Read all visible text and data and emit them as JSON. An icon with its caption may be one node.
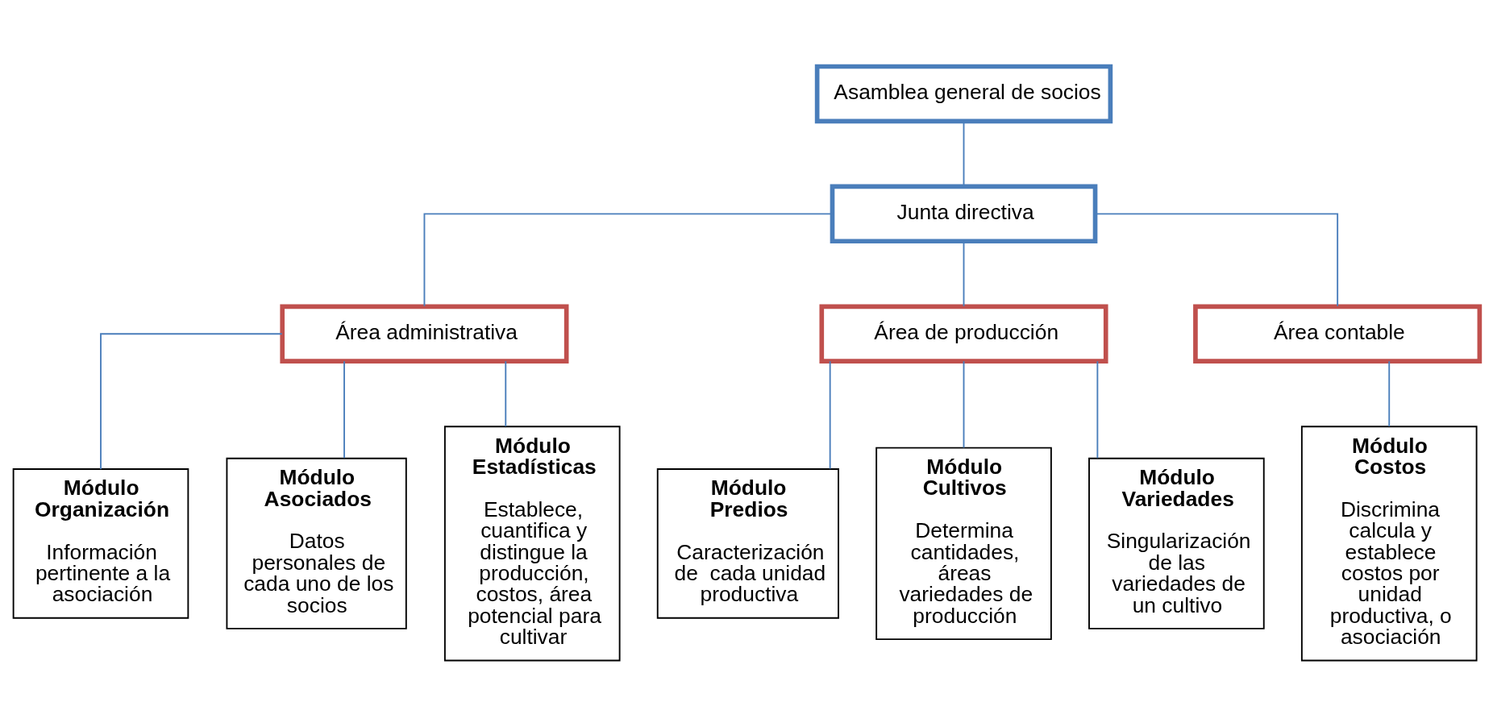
{
  "diagram": {
    "nodes": [
      {
        "text": [
          "Asamblea general de socios"
        ]
      },
      {
        "text": [
          "Junta directiva"
        ]
      },
      {
        "text": [
          "Área administrativa"
        ]
      },
      {
        "text": [
          "Área de producción"
        ]
      },
      {
        "text": [
          "Área contable"
        ]
      },
      {
        "text": [
          "Módulo Organización",
          "Información pertinente a la asociación"
        ]
      },
      {
        "text": [
          "Módulo Asociados",
          "Datos personales de cada uno de los socios"
        ]
      },
      {
        "text": [
          "Módulo Estadísticas",
          "Establece, cuantifica y distingue la producción, costos, área potencial para cultivar"
        ]
      },
      {
        "text": [
          "Módulo Predios",
          "Caracterización de  cada unidad productiva"
        ]
      },
      {
        "text": [
          "Módulo Cultivos",
          "Determina cantidades, áreas variedades de producción"
        ]
      },
      {
        "text": [
          "Módulo Variedades",
          "Singularización de las variedades de un cultivo"
        ]
      },
      {
        "text": [
          "Módulo Costos",
          "Discrimina calcula y establece costos por unidad productiva, o asociación"
        ]
      }
    ],
    "edges": [
      {
        "from": 0,
        "to": 1,
        "arrow": "none"
      },
      {
        "from": 1,
        "to": 2,
        "arrow": "none"
      },
      {
        "from": 1,
        "to": 3,
        "arrow": "none"
      },
      {
        "from": 1,
        "to": 4,
        "arrow": "none"
      },
      {
        "from": 2,
        "to": 5,
        "arrow": "none"
      },
      {
        "from": 2,
        "to": 6,
        "arrow": "none"
      },
      {
        "from": 2,
        "to": 7,
        "arrow": "none"
      },
      {
        "from": 3,
        "to": 8,
        "arrow": "none"
      },
      {
        "from": 3,
        "to": 9,
        "arrow": "none"
      },
      {
        "from": 3,
        "to": 10,
        "arrow": "none"
      },
      {
        "from": 4,
        "to": 11,
        "arrow": "none"
      }
    ]
  }
}
